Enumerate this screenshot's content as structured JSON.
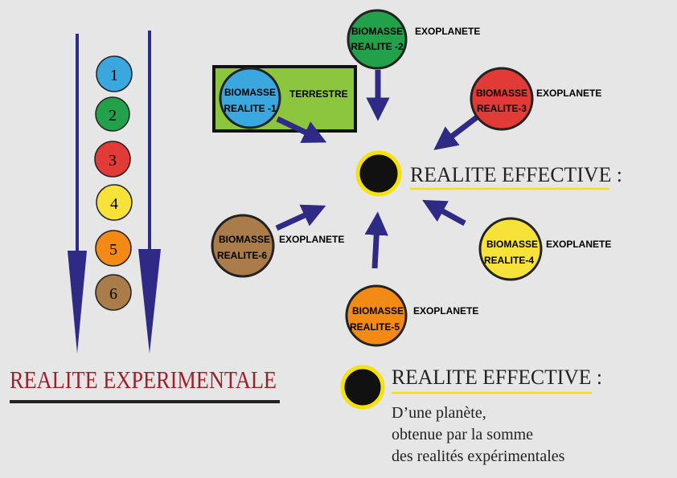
{
  "left_panel": {
    "numbers": [
      {
        "label": "1",
        "color": "#3aa7df"
      },
      {
        "label": "2",
        "color": "#22a04a"
      },
      {
        "label": "3",
        "color": "#e23a36"
      },
      {
        "label": "4",
        "color": "#f7e23a"
      },
      {
        "label": "5",
        "color": "#f38a16"
      },
      {
        "label": "6",
        "color": "#a97c4a"
      }
    ],
    "title": "REALITE EXPERIMENTALE"
  },
  "diagram": {
    "center_label": "REALITE EFFECTIVE :",
    "nodes": [
      {
        "id": "1",
        "line1": "BIOMASSE",
        "line2": "REALITE -1",
        "side_label": "TERRESTRE",
        "color": "#3aa7df"
      },
      {
        "id": "2",
        "line1": "BIOMASSE",
        "line2": "REALITE -2",
        "side_label": "EXOPLANETE",
        "color": "#22a04a"
      },
      {
        "id": "3",
        "line1": "BIOMASSE",
        "line2": "REALITE-3",
        "side_label": "EXOPLANETE",
        "color": "#e23a36"
      },
      {
        "id": "4",
        "line1": "BIOMASSE",
        "line2": "REALITE-4",
        "side_label": "EXOPLANETE",
        "color": "#f7e23a"
      },
      {
        "id": "5",
        "line1": "BIOMASSE",
        "line2": "REALITE-5",
        "side_label": "EXOPLANETE",
        "color": "#f38a16"
      },
      {
        "id": "6",
        "line1": "BIOMASSE",
        "line2": "REALITE-6",
        "side_label": "EXOPLANETE",
        "color": "#a97c4a"
      }
    ],
    "highlight_color": "#8cc63f",
    "arrow_color": "#2e2a85"
  },
  "legend": {
    "title": "REALITE EFFECTIVE :",
    "lines": [
      "D’une planète,",
      "obtenue par la somme",
      "des realités expérimentales"
    ]
  }
}
